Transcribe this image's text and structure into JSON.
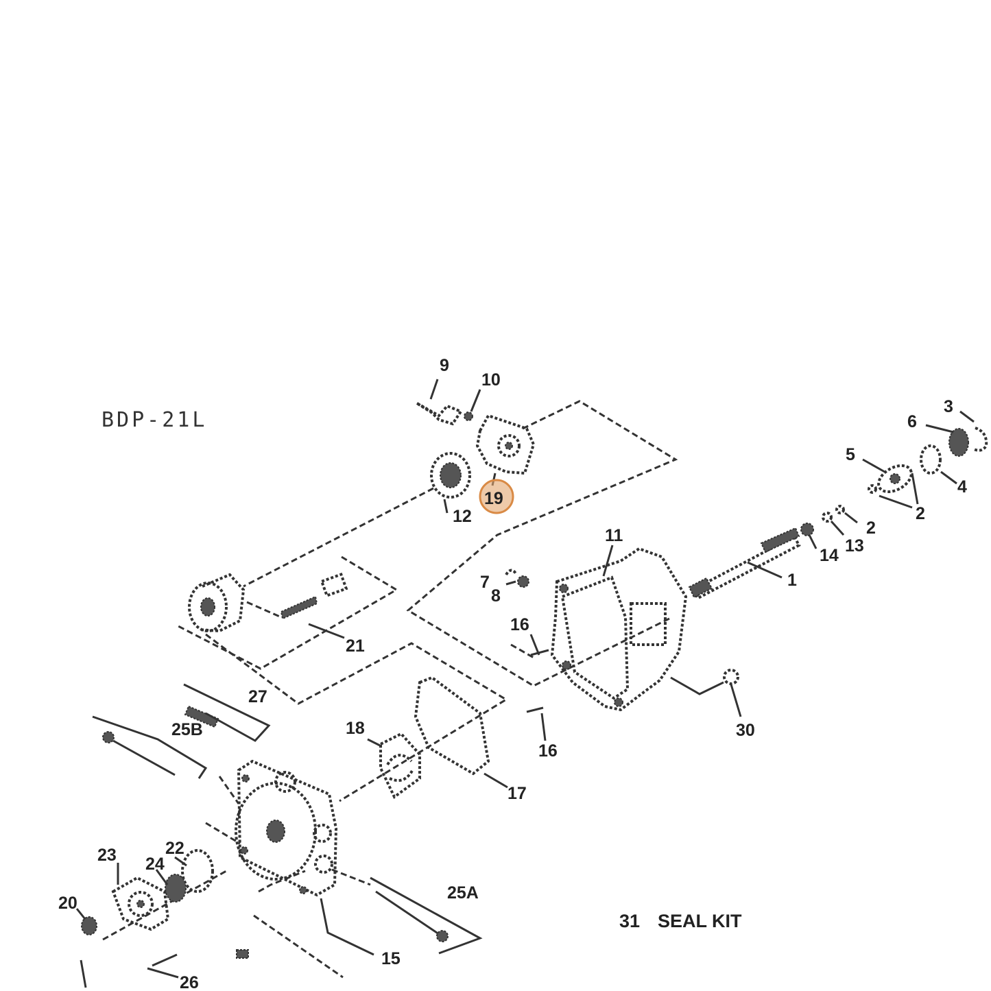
{
  "diagram": {
    "model": "BDP-21L",
    "seal_kit": {
      "number": "31",
      "label": "SEAL KIT"
    },
    "highlight_color": "#e2a76f",
    "highlighted_part": "19",
    "callouts": [
      "9",
      "10",
      "19",
      "12",
      "11",
      "7",
      "8",
      "16",
      "16",
      "1",
      "14",
      "13",
      "2",
      "2",
      "5",
      "6",
      "3",
      "4",
      "21",
      "27",
      "25B",
      "18",
      "17",
      "30",
      "23",
      "24",
      "22",
      "20",
      "25A",
      "15",
      "26"
    ]
  }
}
